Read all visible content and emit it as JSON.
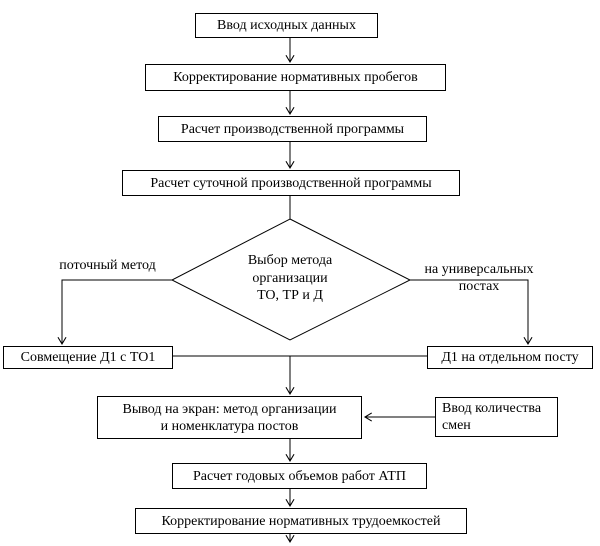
{
  "page": {
    "background_color": "#ffffff",
    "line_color": "#000000",
    "diagram_type": "flowchart"
  },
  "nodes": {
    "input_data": {
      "label": "Ввод исходных данных"
    },
    "correct_mileage": {
      "label": "Корректирование нормативных пробегов"
    },
    "calc_program": {
      "label": "Расчет производственной программы"
    },
    "calc_daily_program": {
      "label": "Расчет суточной производственной программы"
    },
    "decision": {
      "label": "Выбор метода\nорганизации\nТО, ТР и Д"
    },
    "combine_d1_to1": {
      "label": "Совмещение Д1 с ТО1"
    },
    "d1_separate_post": {
      "label": "Д1 на отдельном посту"
    },
    "screen_output": {
      "label": "Вывод на экран: метод организации\nи номенклатура постов"
    },
    "input_shifts": {
      "label": "Ввод количества\nсмен"
    },
    "calc_annual_volumes": {
      "label": "Расчет годовых объемов работ АТП"
    },
    "correct_labor_norms": {
      "label": "Корректирование нормативных трудоемкостей"
    }
  },
  "edge_labels": {
    "left_branch": "поточный метод",
    "right_branch": "на универсальных\nпостах"
  }
}
